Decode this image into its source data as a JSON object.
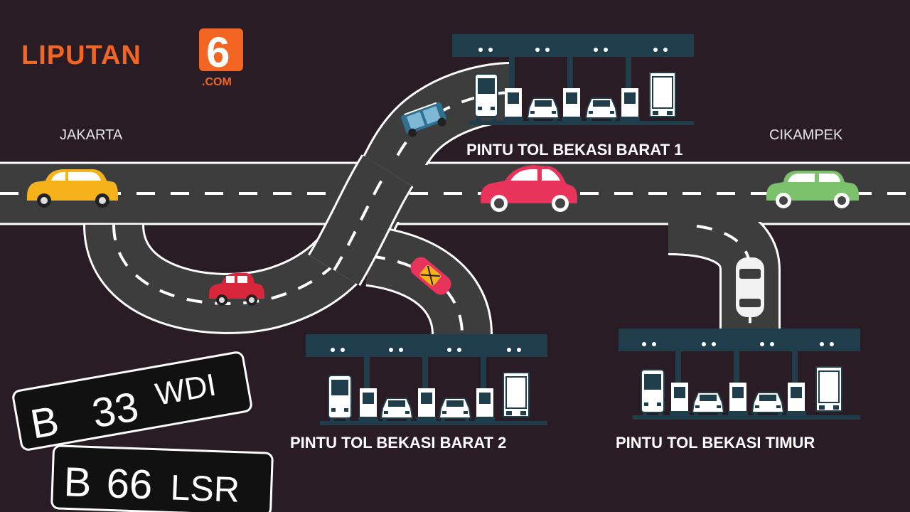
{
  "brand": {
    "name": "LIPUTAN",
    "number": "6",
    "domain": ".COM",
    "accent_color": "#f26522"
  },
  "cities": {
    "left": "JAKARTA",
    "right": "CIKAMPEK"
  },
  "toll_gates": [
    {
      "label": "PINTU TOL BEKASI BARAT 1"
    },
    {
      "label": "PINTU TOL BEKASI BARAT 2"
    },
    {
      "label": "PINTU TOL BEKASI TIMUR"
    }
  ],
  "plates": [
    {
      "prefix": "B",
      "number": "33",
      "suffix": "WDI"
    },
    {
      "prefix": "B",
      "number": "66",
      "suffix": "LSR"
    }
  ],
  "colors": {
    "background": "#2a1c24",
    "road": "#3d3d3d",
    "road_edge": "#ffffff",
    "gate": "#1f3d4b",
    "car_yellow": "#f5b21a",
    "car_pink": "#e8345a",
    "car_green": "#7cc26c",
    "car_red": "#d8263a",
    "car_white": "#f2f2f2",
    "jeep_blue": "#2f6f8f"
  },
  "icons": [
    "car-icon",
    "bus-icon",
    "truck-icon",
    "toll-booth-icon",
    "jeep-icon"
  ]
}
